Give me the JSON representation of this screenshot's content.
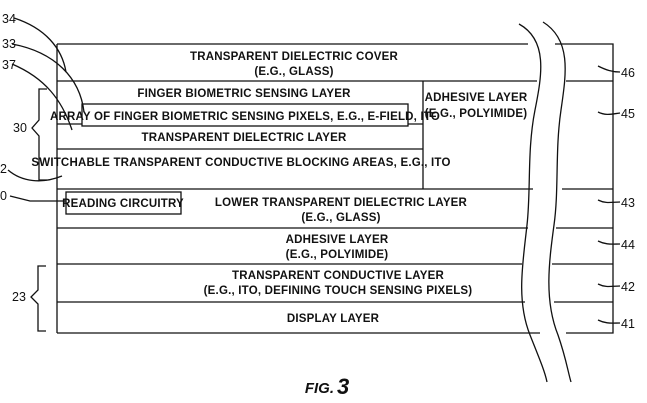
{
  "layers": {
    "cover_line1": "TRANSPARENT DIELECTRIC COVER",
    "cover_line2": "(E.G., GLASS)",
    "finger_sensing": "FINGER BIOMETRIC SENSING LAYER",
    "pixel_array": "ARRAY OF FINGER BIOMETRIC SENSING PIXELS, E.G., E-FIELD, ITO",
    "dielectric": "TRANSPARENT DIELECTRIC LAYER",
    "blocking": "SWITCHABLE TRANSPARENT CONDUCTIVE BLOCKING AREAS, E.G., ITO",
    "adhesive_upper_line1": "ADHESIVE LAYER",
    "adhesive_upper_line2": "(E.G., POLYIMIDE)",
    "reading_circuitry": "READING CIRCUITRY",
    "lower_dielectric_line1": "LOWER TRANSPARENT DIELECTRIC LAYER",
    "lower_dielectric_line2": "(E.G., GLASS)",
    "adhesive_lower_line1": "ADHESIVE LAYER",
    "adhesive_lower_line2": "(E.G., POLYIMIDE)",
    "conductive_line1": "TRANSPARENT CONDUCTIVE LAYER",
    "conductive_line2": "(E.G., ITO, DEFINING TOUCH SENSING PIXELS)",
    "display": "DISPLAY LAYER"
  },
  "reference_numerals": {
    "r34": "34",
    "r33": "33",
    "r37": "37",
    "r30": "30",
    "r32": "2",
    "r50": "0",
    "r23": "23",
    "r46": "46",
    "r45": "45",
    "r43": "43",
    "r44": "44",
    "r42": "42",
    "r41": "41"
  },
  "figure_label": {
    "prefix": "FIG.",
    "number": "3"
  }
}
